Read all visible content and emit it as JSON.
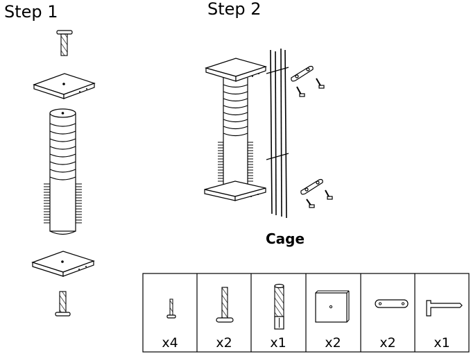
{
  "steps": [
    {
      "title": "Step 1"
    },
    {
      "title": "Step 2"
    }
  ],
  "cage_label": "Cage",
  "parts": [
    {
      "icon": "small-screw-icon",
      "quantity": "x4"
    },
    {
      "icon": "long-bolt-icon",
      "quantity": "x2"
    },
    {
      "icon": "sisal-post-icon",
      "quantity": "x1"
    },
    {
      "icon": "square-platform-icon",
      "quantity": "x2"
    },
    {
      "icon": "mounting-bracket-icon",
      "quantity": "x2"
    },
    {
      "icon": "l-wrench-icon",
      "quantity": "x1"
    }
  ]
}
